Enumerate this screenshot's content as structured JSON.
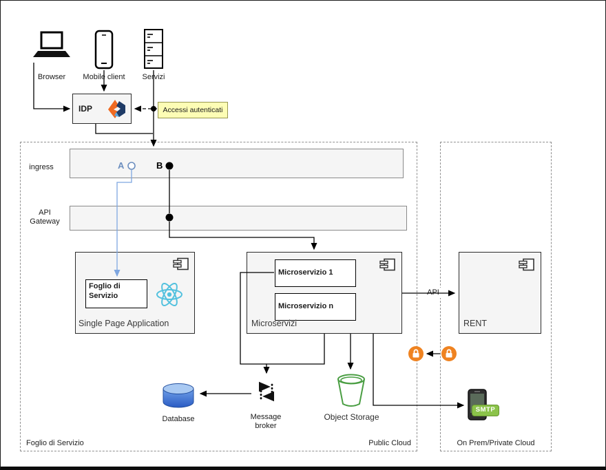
{
  "clients": {
    "browser": "Browser",
    "mobile": "Mobile client",
    "services": "Servizi"
  },
  "idp": {
    "label": "IDP"
  },
  "note": {
    "label": "Accessi autenticati"
  },
  "ingress": {
    "label": "ingress",
    "port_a": "A",
    "port_b": "B"
  },
  "api_gateway": {
    "label": "API Gateway"
  },
  "spa": {
    "title": "Single Page Application",
    "inner_box": "Foglio di Servizio"
  },
  "microservices": {
    "title": "Microservizi",
    "service_1": "Microservizio 1",
    "service_n": "Microservizio n"
  },
  "rent": {
    "title": "RENT"
  },
  "connections": {
    "api_label": "API"
  },
  "datastores": {
    "database": "Database",
    "message_broker": "Message broker",
    "object_storage": "Object Storage",
    "smtp_badge": "SMTP"
  },
  "zones": {
    "left_bottom_left": "Foglio di Servizio",
    "left_bottom_right": "Public Cloud",
    "right_bottom": "On Prem/Private Cloud"
  },
  "colors": {
    "box_fill": "#f5f5f5",
    "note_fill": "#fdfdb5",
    "port_a_blue": "#6c8ebf",
    "blue_wire": "#7ea6e0",
    "react_cyan": "#53c1de",
    "lock_orange": "#ef8321",
    "bucket_green": "#4a9e43",
    "smtp_green": "#8bc34a",
    "database_blue": "#3c78d8",
    "idp_logo_orange": "#f06a21",
    "idp_logo_navy": "#1f3b66"
  }
}
